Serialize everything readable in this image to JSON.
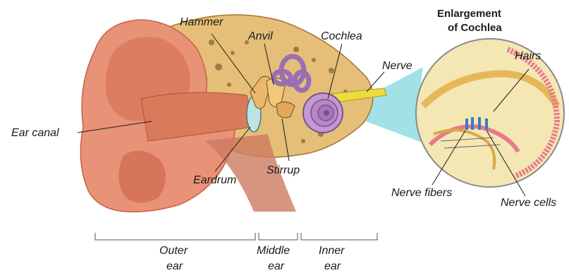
{
  "labels": {
    "hammer": "Hammer",
    "anvil": "Anvil",
    "cochlea": "Cochlea",
    "enlargement_line1": "Enlargement",
    "enlargement_line2": "of Cochlea",
    "nerve": "Nerve",
    "hairs": "Hairs",
    "ear_canal": "Ear canal",
    "eardrum": "Eardrum",
    "stirrup": "Stirrup",
    "nerve_fibers": "Nerve fibers",
    "nerve_cells": "Nerve cells"
  },
  "regions": {
    "outer_line1": "Outer",
    "outer_line2": "ear",
    "middle_line1": "Middle",
    "middle_line2": "ear",
    "inner_line1": "Inner",
    "inner_line2": "ear"
  },
  "colors": {
    "skin": "#e8987a",
    "skin_dark": "#c8604a",
    "canal": "#d87a5c",
    "bone": "#e9b86a",
    "bone_dark": "#a8742c",
    "cochlea": "#b892c8",
    "cochlea_dark": "#7a4f92",
    "eardrum": "#b8dede",
    "nerve": "#ecdc3c",
    "beam": "#7fd6dc",
    "enlarge_bg": "#f4e7b4",
    "membrane": "#e77a8a",
    "cells": "#3a78c8"
  }
}
